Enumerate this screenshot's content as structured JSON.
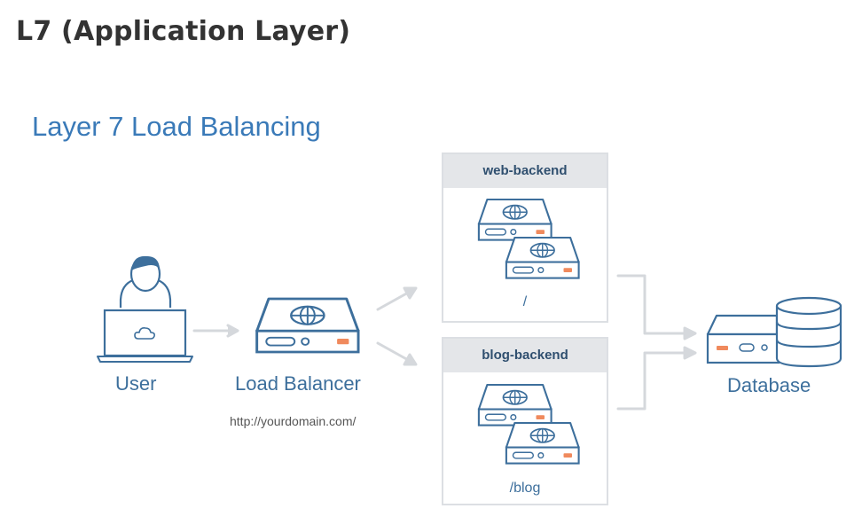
{
  "page": {
    "heading": "L7 (Application Layer)"
  },
  "diagram": {
    "title": "Layer 7 Load Balancing",
    "nodes": {
      "user": {
        "label": "User",
        "icon": "user-laptop-icon"
      },
      "load_balancer": {
        "label": "Load Balancer",
        "url": "http://yourdomain.com/",
        "icon": "load-balancer-icon"
      },
      "database": {
        "label": "Database",
        "icon": "database-icon"
      }
    },
    "backends": [
      {
        "name": "web-backend",
        "path": "/",
        "icon": "server-stack-icon"
      },
      {
        "name": "blog-backend",
        "path": "/blog",
        "icon": "server-stack-icon"
      }
    ],
    "colors": {
      "stroke": "#3d6f9c",
      "accent": "#f08a5d",
      "arrow": "#d5d8dc",
      "box_header": "#e4e6e9"
    }
  }
}
